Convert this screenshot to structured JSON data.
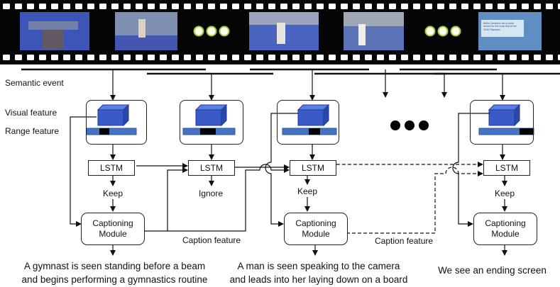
{
  "left_labels": {
    "semantic_event": "Semantic event",
    "visual_feature": "Visual feature",
    "range_feature": "Range feature"
  },
  "filmstrip": {
    "frame_caption": "Bella Camavicz set a world record for the most tiny at the 2016 Olympics",
    "frame_colors": [
      "#3d55b8",
      "#7f8fb0",
      "#4a63c0",
      "#5c73b8",
      "#5e8ec2"
    ]
  },
  "modules": {
    "lstm_label": "LSTM",
    "captioning_line1": "Captioning",
    "captioning_line2": "Module"
  },
  "decisions": [
    "Keep",
    "Ignore",
    "Keep",
    "Keep"
  ],
  "caption_feature_label": "Caption feature",
  "captions": {
    "first": {
      "line1": "A gymnast is seen standing before a beam",
      "line2": "and begins performing a gymnastics routine"
    },
    "second": {
      "line1": "A man is seen speaking to the camera",
      "line2": "and leads into her laying down on a board"
    },
    "third": {
      "line1": "We see an ending screen"
    }
  }
}
